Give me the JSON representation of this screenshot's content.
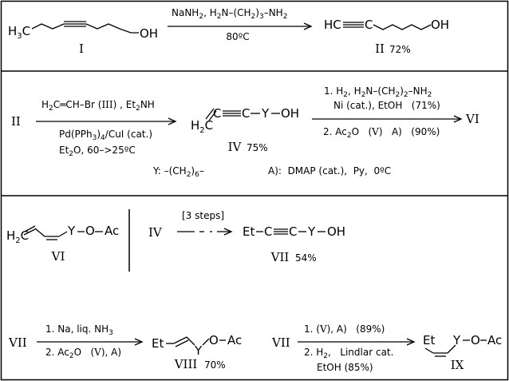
{
  "scheme": {
    "row1": {
      "start_formula": "H3C–CH2–CH2–C≡C–CH2–CH2–CH2–OH",
      "start_label": "I",
      "reagent_top": "NaNH2, H2N–(CH2)3–NH2",
      "condition_bottom": "80ºC",
      "product_formula": "HC≡C–(CH2)7–OH",
      "product_label": "II",
      "product_yield": "72%"
    },
    "row2": {
      "start_label": "II",
      "reagent_top": "H2C═CH–Br (III), Et2NH",
      "condition_bottom_1": "Pd(PPh3)4/CuI (cat.)",
      "condition_bottom_2": "Et2O, 60–>25ºC",
      "product_formula": "H2C═CH–C≡C–Y–OH",
      "product_label": "IV",
      "product_yield": "75%",
      "step1": "1. H2, H2N–(CH2)2–NH2",
      "step1_b": "Ni (cat.), EtOH (71%)",
      "step2": "2. Ac2O (V) A) (90%)",
      "final_label": "VI"
    },
    "legend": {
      "y_def": "Y: –(CH2)6–",
      "a_def": "A): DMAP (cat.), Py, 0ºC"
    },
    "row3": {
      "structure": "H2C═CH–CH═CH–Y–O–Ac",
      "structure_label": "VI",
      "start_label": "IV",
      "arrow_label": "[3 steps]",
      "product_formula": "Et–C≡C–Y–OH",
      "product_label": "VII",
      "product_yield": "54%"
    },
    "row4": {
      "left_start": "VII",
      "left_step1": "1. Na, liq. NH3",
      "left_step2": "2. Ac2O (V), A)",
      "left_product": "Et–CH═CH–Y–O–Ac (E)",
      "left_label": "VIII",
      "left_yield": "70%",
      "right_start": "VII",
      "right_step1": "1. (V), A) (89%)",
      "right_step2": "2. H2, Lindlar cat.",
      "right_step2_b": "EtOH (85%)",
      "right_product": "Et–CH═CH–Y–O–Ac (Z)",
      "right_label": "IX"
    }
  }
}
